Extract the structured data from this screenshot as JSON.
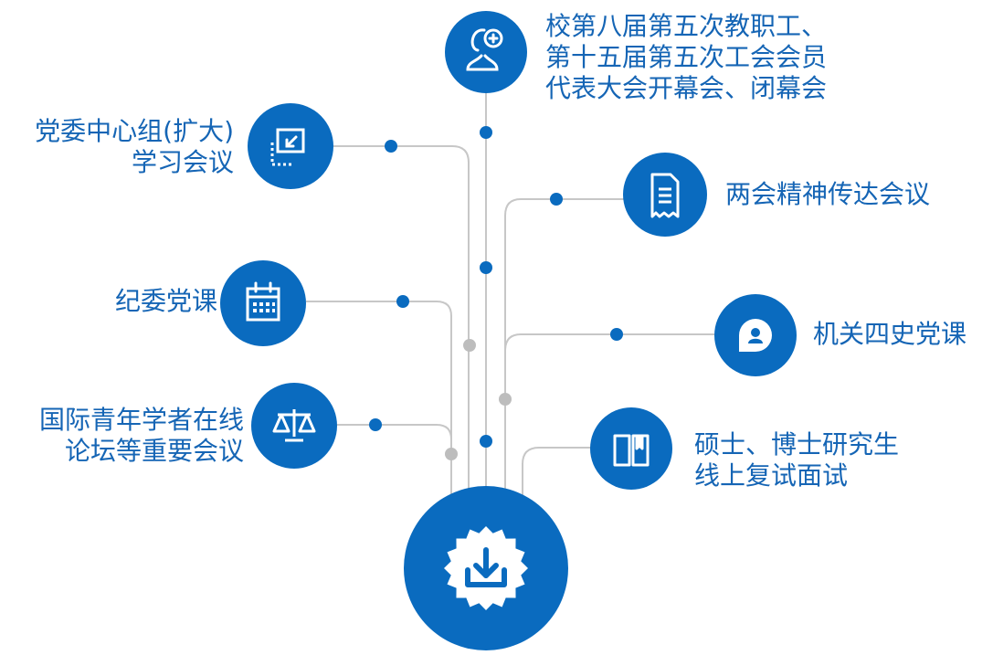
{
  "colors": {
    "primary": "#0a6bbf",
    "connector_line": "#c7c7c7",
    "dot_blue": "#0a6bbf",
    "dot_gray": "#bdbdbd",
    "label_text": "#1565b5",
    "background": "#ffffff"
  },
  "hub": {
    "icon": "download-badge-icon"
  },
  "items": [
    {
      "id": "staff-congress",
      "icon": "user-add-icon",
      "lines": [
        "校第八届第五次教职工、",
        "第十五届第五次工会会员",
        "代表大会开幕会、闭幕会"
      ]
    },
    {
      "id": "party-group",
      "icon": "screen-arrow-icon",
      "lines": [
        "党委中心组(扩大)",
        "学习会议"
      ]
    },
    {
      "id": "two-sessions",
      "icon": "document-icon",
      "lines": [
        "两会精神传达会议"
      ]
    },
    {
      "id": "discipline-lesson",
      "icon": "calendar-icon",
      "lines": [
        "纪委党课"
      ]
    },
    {
      "id": "four-histories",
      "icon": "chat-user-icon",
      "lines": [
        "机关四史党课"
      ]
    },
    {
      "id": "forum",
      "icon": "scale-icon",
      "lines": [
        "国际青年学者在线",
        "论坛等重要会议"
      ]
    },
    {
      "id": "grad-exam",
      "icon": "book-icon",
      "lines": [
        "硕士、博士研究生",
        "线上复试面试"
      ]
    }
  ]
}
